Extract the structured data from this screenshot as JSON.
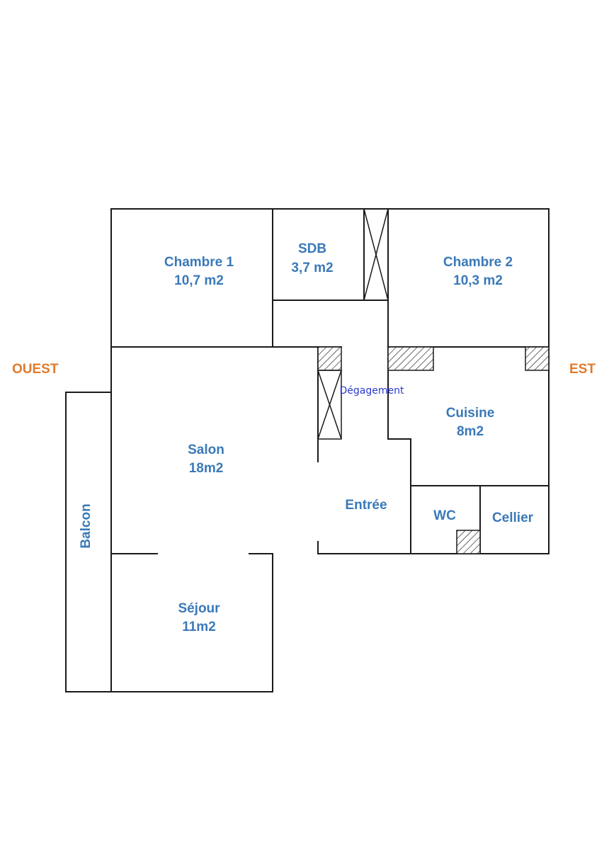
{
  "orientation": {
    "west": "OUEST",
    "east": "EST"
  },
  "rooms": {
    "chambre1": {
      "name": "Chambre 1",
      "area": "10,7 m2"
    },
    "sdb": {
      "name": "SDB",
      "area": "3,7 m2"
    },
    "chambre2": {
      "name": "Chambre 2",
      "area": "10,3 m2"
    },
    "degagement": {
      "name": "Dégagement"
    },
    "cuisine": {
      "name": "Cuisine",
      "area": "8m2"
    },
    "salon": {
      "name": "Salon",
      "area": "18m2"
    },
    "entree": {
      "name": "Entrée"
    },
    "wc": {
      "name": "WC"
    },
    "cellier": {
      "name": "Cellier"
    },
    "sejour": {
      "name": "Séjour",
      "area": "11m2"
    },
    "balcon": {
      "name": "Balcon"
    }
  },
  "colors": {
    "room_label": "#3a79b8",
    "orientation_label": "#e07a2c",
    "degagement_label": "#2a3ad0",
    "walls": "#1a1a1a",
    "background": "#ffffff"
  }
}
